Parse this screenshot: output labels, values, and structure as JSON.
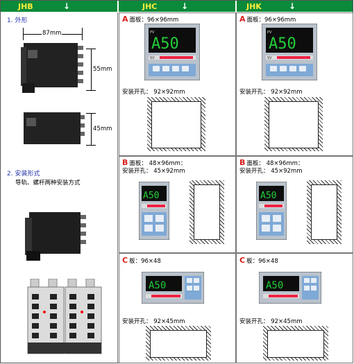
{
  "headers": {
    "col1": "JHB",
    "col2": "JHC",
    "col3": "JHK",
    "arrow": "↓"
  },
  "left": {
    "section1_title": "1. 外形",
    "dim_width": "87mm",
    "dim_height1": "55mm",
    "dim_height2": "45mm",
    "section2_title": "2. 安装形式",
    "section2_desc": "导轨、螺杆两种安装方式"
  },
  "panels": {
    "a": {
      "letter": "A",
      "size": "面板：96×96mm",
      "cutout": "安装开孔： 92×92mm"
    },
    "b": {
      "letter": "B",
      "size": "面板： 48×96mm：",
      "cutout": "安装开孔： 45×92mm"
    },
    "c": {
      "letter": "C",
      "size": "板：96×48",
      "cutout": "安装开孔： 92×45mm"
    }
  },
  "display": {
    "readout": "A50",
    "pv_label": "PV",
    "sv_label": "SV"
  },
  "colors": {
    "header_bg": "#0a8a3a",
    "header_text": "#ffeb3b",
    "letter": "#d81b1b",
    "title": "#2233aa"
  }
}
